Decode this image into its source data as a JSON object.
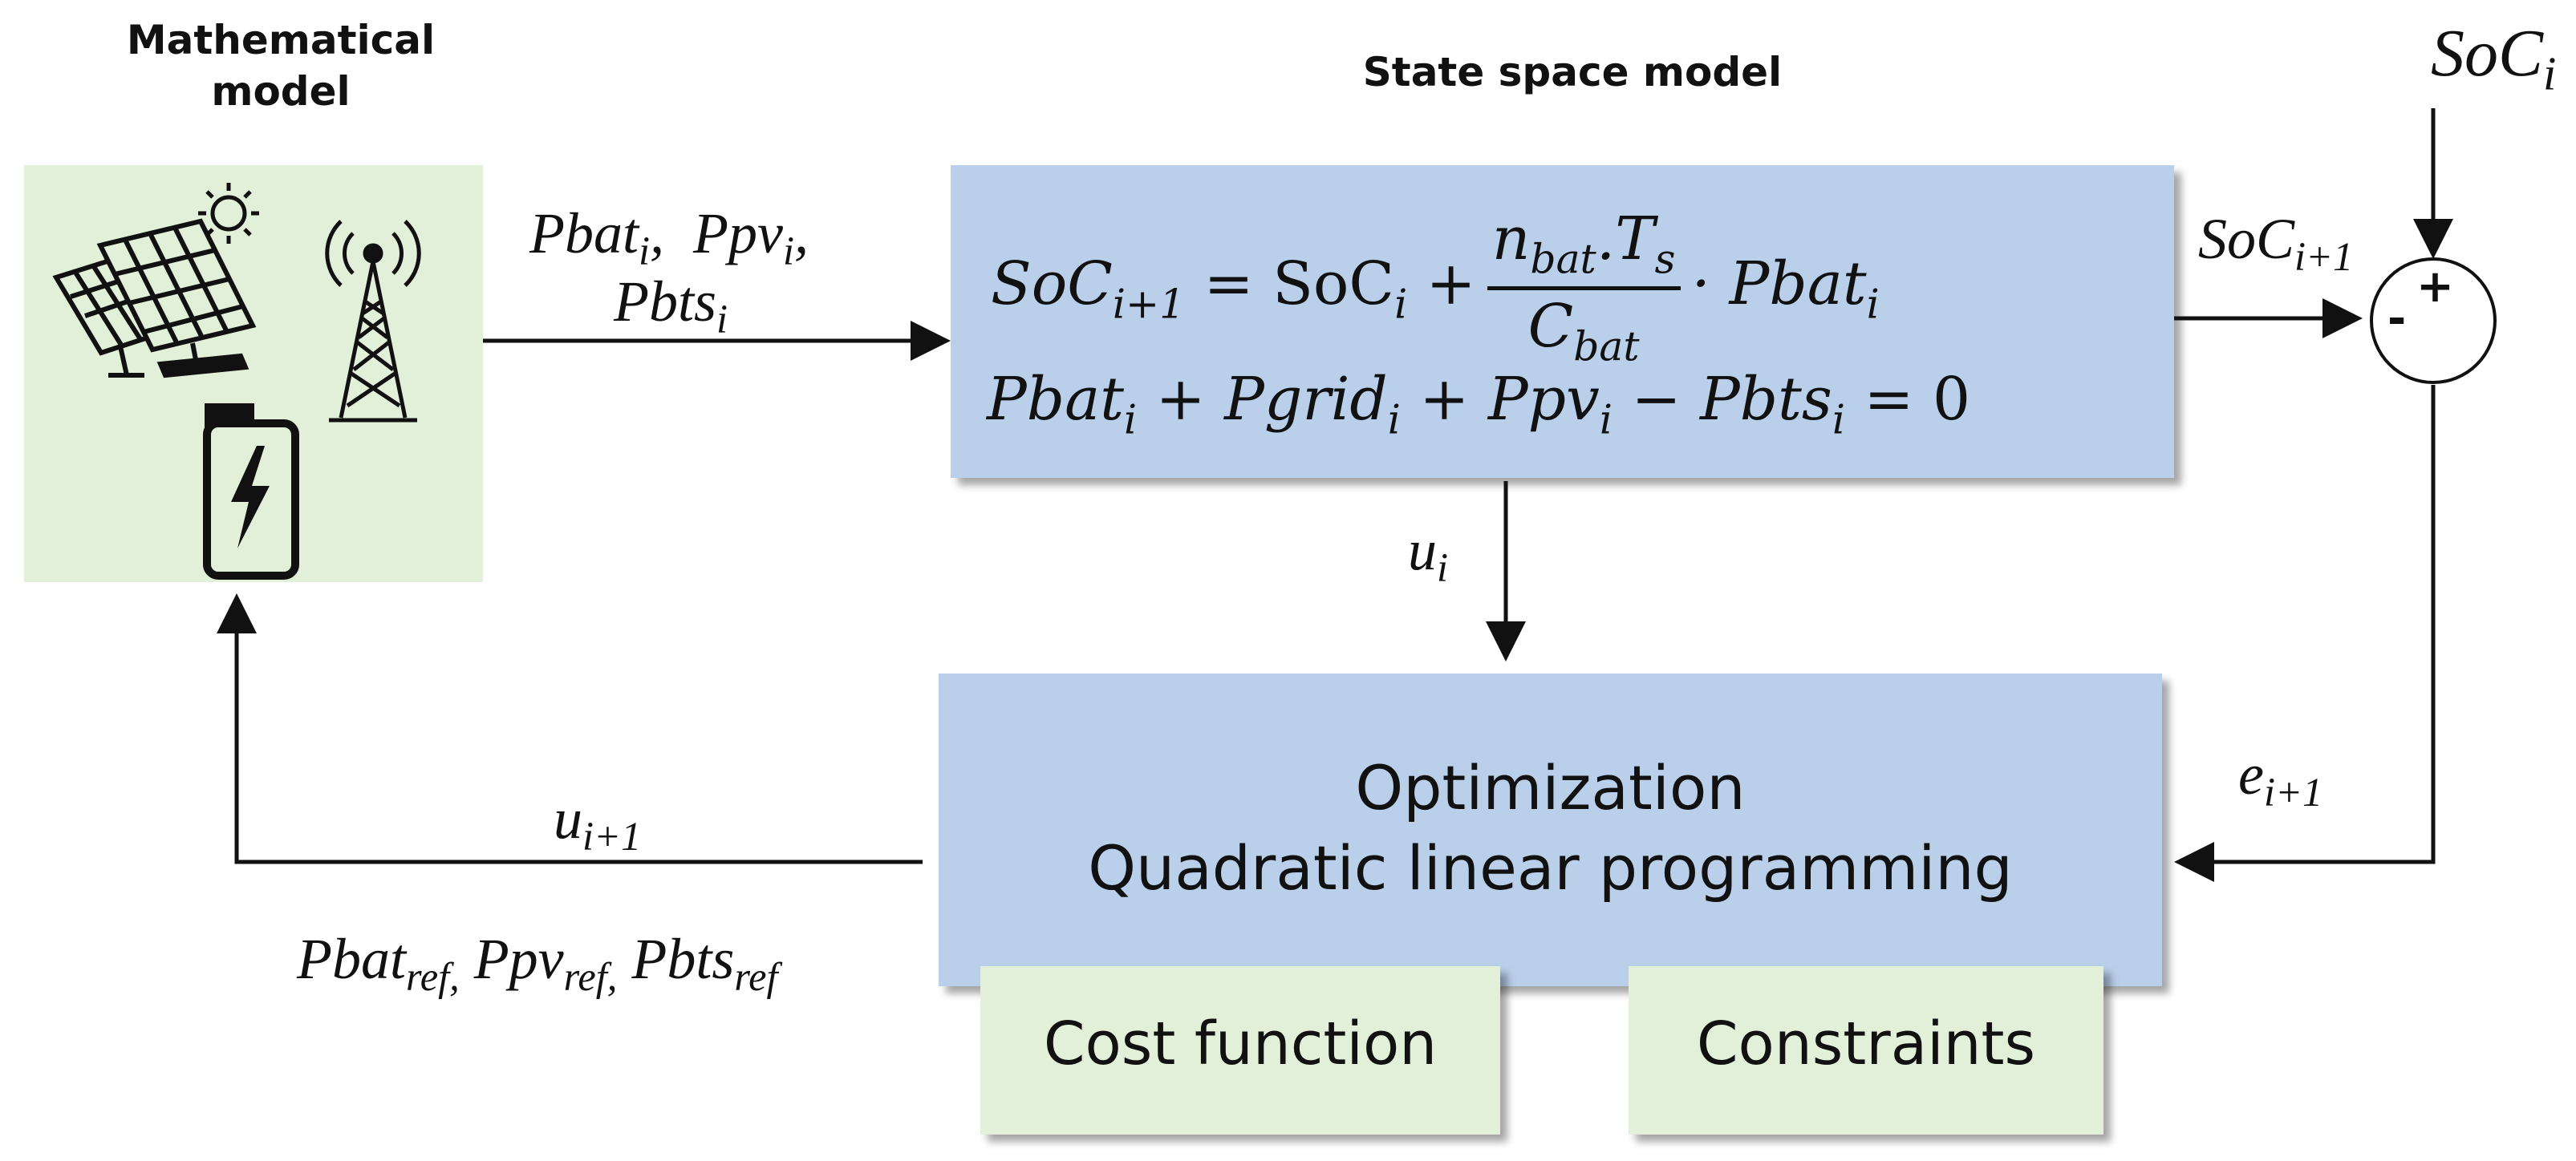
{
  "headers": {
    "math_model_line1": "Mathematical",
    "math_model_line2": "model",
    "state_space": "State space model"
  },
  "signals": {
    "pbat_ppv_line1_a": "Pbat",
    "pbat_ppv_line1_sub_a": "i",
    "pbat_ppv_line1_b": "Ppv",
    "pbat_ppv_line1_sub_b": "i",
    "pbts_line2": "Pbts",
    "pbts_line2_sub": "i",
    "u_i": "u",
    "u_i_sub": "i",
    "u_next": "u",
    "u_next_sub": "i+1",
    "soc_in": "SoC",
    "soc_in_sub": "i",
    "soc_next": "SoC",
    "soc_next_sub": "i+1",
    "e_next": "e",
    "e_next_sub": "i+1",
    "refs_pbat": "Pbat",
    "refs_ppv": "Ppv",
    "refs_pbts": "Pbts",
    "refs_sub": "ref",
    "refs_sub_comma": "ref,"
  },
  "equations": {
    "eq1_lhs": "SoC",
    "eq1_lhs_sub": "i+1",
    "eq1_mid": " = SoC",
    "eq1_mid_sub": "i",
    "eq1_plus": " +",
    "eq1_num": "n",
    "eq1_num_sub": "bat",
    "eq1_num_rest": ".T",
    "eq1_num_rest_sub": "s",
    "eq1_den": "C",
    "eq1_den_sub": "bat",
    "eq1_tail": "· Pbat",
    "eq1_tail_sub": "i",
    "eq2_a": "Pbat",
    "eq2_b": " + Pgrid",
    "eq2_c": " + Ppv",
    "eq2_d": " − Pbts",
    "eq2_sub": "i",
    "eq2_end": " = 0"
  },
  "optimization": {
    "line1": "Optimization",
    "line2": "Quadratic linear programming"
  },
  "blocks": {
    "cost": "Cost function",
    "constraints": "Constraints"
  },
  "summing": {
    "plus": "+",
    "minus": "-"
  },
  "colors": {
    "blue_box": "#b9cfea",
    "green_box": "#e2efd9"
  },
  "icons": [
    "solar-panel-icon",
    "sun-icon",
    "antenna-tower-icon",
    "battery-icon"
  ]
}
